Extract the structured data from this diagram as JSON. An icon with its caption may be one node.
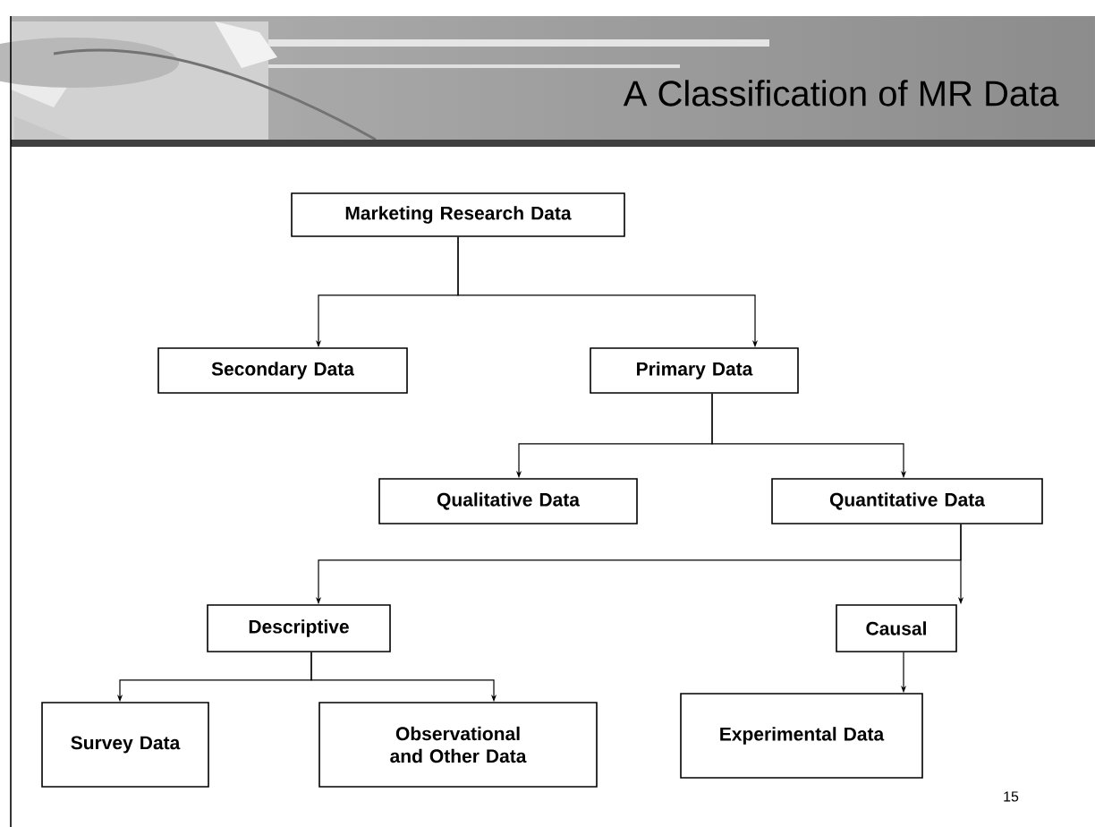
{
  "diagram": {
    "title": "A Classification of MR Data",
    "nodes": [
      {
        "text": [
          "Marketing Research Data"
        ]
      },
      {
        "text": [
          "Secondary Data"
        ]
      },
      {
        "text": [
          "Primary Data"
        ]
      },
      {
        "text": [
          "Qualitative Data"
        ]
      },
      {
        "text": [
          "Quantitative Data"
        ]
      },
      {
        "text": [
          "Descriptive"
        ]
      },
      {
        "text": [
          "Causal"
        ]
      },
      {
        "text": [
          "Survey Data"
        ]
      },
      {
        "text": [
          "Observational and Other Data"
        ]
      },
      {
        "text": [
          "Experimental Data"
        ]
      }
    ],
    "edges": [
      {
        "from": 0,
        "to": 1,
        "arrow": "to"
      },
      {
        "from": 0,
        "to": 2,
        "arrow": "to"
      },
      {
        "from": 2,
        "to": 3,
        "arrow": "to"
      },
      {
        "from": 2,
        "to": 4,
        "arrow": "to"
      },
      {
        "from": 4,
        "to": 5,
        "arrow": "to"
      },
      {
        "from": 4,
        "to": 6,
        "arrow": "to"
      },
      {
        "from": 5,
        "to": 7,
        "arrow": "to"
      },
      {
        "from": 5,
        "to": 8,
        "arrow": "to"
      },
      {
        "from": 6,
        "to": 9,
        "arrow": "to"
      }
    ],
    "labels": [
      "15"
    ]
  }
}
